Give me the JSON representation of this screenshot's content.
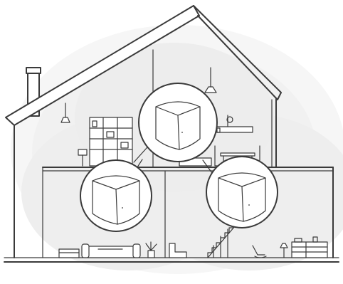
{
  "illustration": {
    "subject": "house-with-mesh-wifi-nodes",
    "colors": {
      "background": "#ffffff",
      "coverage_glow": "#eeeeee",
      "line": "#3a3a3a",
      "node_fill": "#ffffff"
    },
    "mesh_nodes": [
      {
        "location": "attic"
      },
      {
        "location": "ground-floor-left"
      },
      {
        "location": "ground-floor-right"
      }
    ]
  }
}
